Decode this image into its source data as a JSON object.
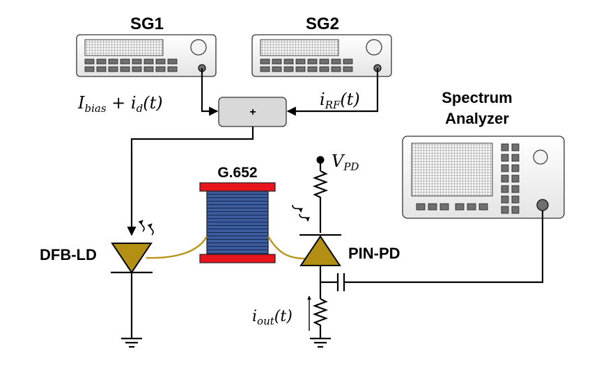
{
  "labels": {
    "sg1": "SG1",
    "sg2": "SG2",
    "spectrum_line1": "Spectrum",
    "spectrum_line2": "Analyzer",
    "adder": "+",
    "fiber": "G.652",
    "laser": "DFB-LD",
    "photodiode": "PIN-PD"
  },
  "math": {
    "bias_main": "I",
    "bias_sub": "bias",
    "bias_plus": " + ",
    "id_main": "i",
    "id_sub": "d",
    "id_arg": "(t)",
    "rf_main": "i",
    "rf_sub": "RF",
    "rf_arg": "(t)",
    "vpd_main": "V",
    "vpd_sub": "PD",
    "out_main": "i",
    "out_sub": "out",
    "out_arg": "(t)"
  },
  "colors": {
    "semiconductor": "#b38f14",
    "fiber_line": "#b8941c",
    "spool_flange": "#e8161c",
    "spool_winding": "#3d5c9e",
    "instrument_body": "#f2f2f2",
    "adder_fill": "#d9d9d9"
  },
  "icons": [
    "signal-generator-icon",
    "spectrum-analyzer-icon",
    "laser-diode-icon",
    "photodiode-icon",
    "fiber-spool-icon",
    "resistor-icon",
    "capacitor-icon",
    "ground-icon"
  ]
}
